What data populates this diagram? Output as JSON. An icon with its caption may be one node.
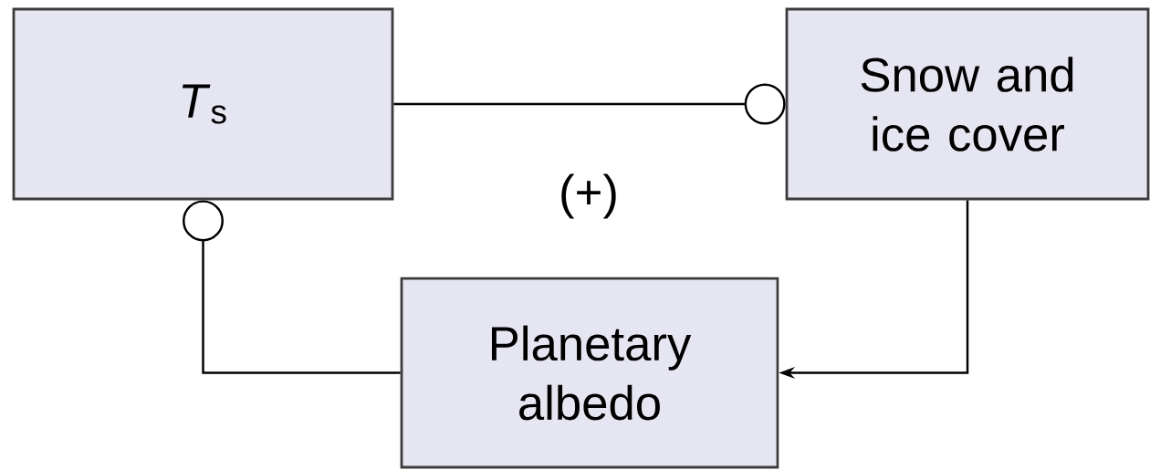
{
  "diagram": {
    "nodes": [
      {
        "text": [
          "*T*$_{s}$"
        ]
      },
      {
        "text": [
          "Snow and ice cover"
        ]
      },
      {
        "text": [
          "Planetary albedo"
        ]
      }
    ],
    "edges": [
      {
        "from": 0,
        "to": 1,
        "arrow": "other"
      },
      {
        "from": 1,
        "to": 2,
        "arrow": "to"
      },
      {
        "from": 2,
        "to": 0,
        "arrow": "other"
      }
    ],
    "labels": [
      "(+)"
    ]
  }
}
